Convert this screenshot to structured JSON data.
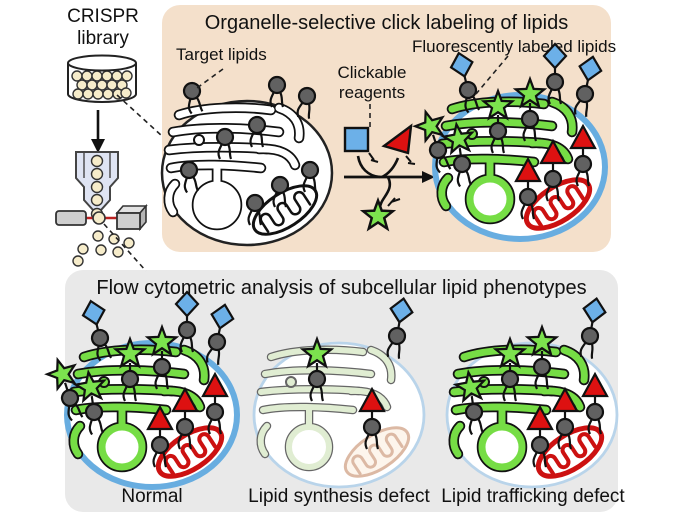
{
  "colors": {
    "panel_top_bg": "#f4e0cb",
    "panel_bottom_bg": "#e9e9e9",
    "membrane_blue": "#68ade0",
    "membrane_pale": "#b9d4ea",
    "er_green": "#76dd45",
    "er_pale": "#e0edd2",
    "mito_red": "#cc1111",
    "mito_pale": "#dcb9a4",
    "lipid_head_gray": "#616161",
    "diamond_blue": "#6cb0e8",
    "star_green": "#7ce24e",
    "triangle_red": "#dd1111",
    "bead_beige": "#f6ecca",
    "funnel_lavender": "#dfe4f3",
    "machine_gray": "#cfcfcf",
    "laser_red": "#bb2222",
    "ink": "#111111"
  },
  "left_column": {
    "crispr_label": "CRISPR\nlibrary"
  },
  "top_panel": {
    "title": "Organelle-selective click labeling of lipids",
    "label_target": "Target lipids",
    "label_clickable": "Clickable\nreagents",
    "label_fluorescent": "Fluorescently labeled lipids"
  },
  "bottom_panel": {
    "title": "Flow cytometric analysis of subcellular lipid phenotypes",
    "cells": [
      {
        "label": "Normal"
      },
      {
        "label": "Lipid synthesis defect"
      },
      {
        "label": "Lipid trafficking defect"
      }
    ]
  }
}
